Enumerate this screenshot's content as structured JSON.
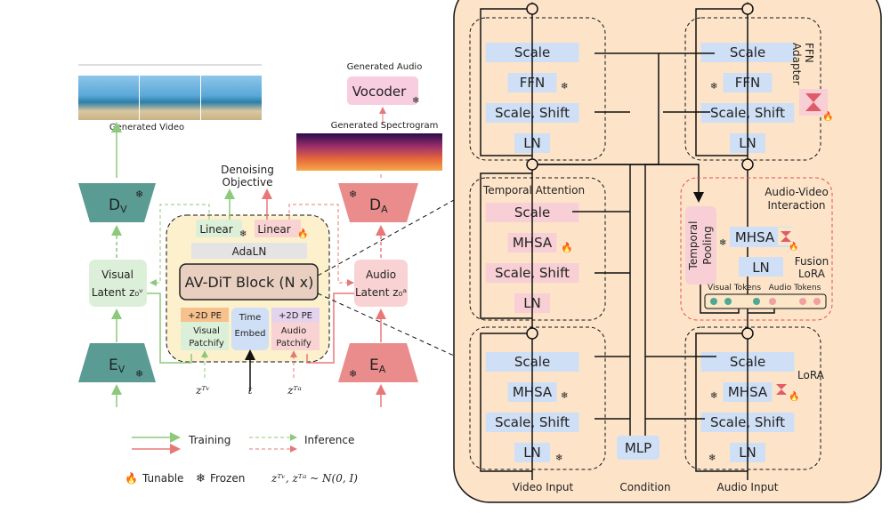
{
  "colors": {
    "panel": "#fde4c9",
    "blue_block": "#cfdff5",
    "pink_block": "#f7cfd4",
    "video_green": "#5a9c93",
    "audio_red": "#ea8c8c",
    "train_green": "#8cc97a",
    "train_red": "#e87878",
    "core_bg": "#fdf1cd"
  },
  "left": {
    "generated_video": "Generated Video",
    "generated_audio": "Generated Audio",
    "vocoder": "Vocoder",
    "generated_spectrogram": "Generated Spectrogram",
    "denoising_objective": [
      "Denoising",
      "Objective"
    ],
    "dv": "D",
    "dv_sub": "V",
    "da": "D",
    "da_sub": "A",
    "ev": "E",
    "ev_sub": "V",
    "ea": "E",
    "ea_sub": "A",
    "visual_latent": [
      "Visual",
      "Latent z₀ᵛ"
    ],
    "audio_latent": [
      "Audio",
      "Latent z₀ᵃ"
    ],
    "linear_frozen": "Linear",
    "linear_tunable": "Linear",
    "adaln": "AdaLN",
    "av_dit_block": "AV-DiT Block (N x)",
    "pe_visual": "+2D PE",
    "visual_patchify": [
      "Visual",
      "Patchify"
    ],
    "time_embed": [
      "Time",
      "Embed"
    ],
    "pe_audio": "+2D PE",
    "audio_patchify": [
      "Audio",
      "Patchify"
    ],
    "input_zv": "zᵀᵛ",
    "input_t": "t",
    "input_za": "zᵀᵃ"
  },
  "legend": {
    "training": "Training",
    "inference": "Inference",
    "tunable": "Tunable",
    "frozen": "Frozen",
    "noise": "zᵀᵛ, zᵀᵃ ~ N(0, I)"
  },
  "right": {
    "video_ffn_block": [
      "Scale",
      "FFN",
      "Scale, Shift",
      "LN"
    ],
    "temporal_attention": "Temporal  Attention",
    "temporal_block": [
      "Scale",
      "MHSA",
      "Scale, Shift",
      "LN"
    ],
    "video_attn_block": [
      "Scale",
      "MHSA",
      "Scale, Shift",
      "LN"
    ],
    "audio_ffn_block": [
      "Scale",
      "FFN",
      "Scale, Shift",
      "LN"
    ],
    "ffn_adapter": [
      "FFN",
      "Adapter"
    ],
    "av_interaction": [
      "Audio-Video",
      "Interaction"
    ],
    "temporal_pooling": [
      "Temporal",
      "Pooling"
    ],
    "fusion_mhsa": "MHSA",
    "fusion_ln": "LN",
    "fusion_lora": [
      "Fusion",
      "LoRA"
    ],
    "visual_tokens": "Visual Tokens",
    "audio_tokens": "Audio Tokens",
    "audio_attn_block": [
      "Scale",
      "MHSA",
      "Scale, Shift",
      "LN"
    ],
    "lora": "LoRA",
    "mlp": "MLP",
    "video_input": "Video Input",
    "condition": "Condition",
    "audio_input": "Audio Input"
  }
}
